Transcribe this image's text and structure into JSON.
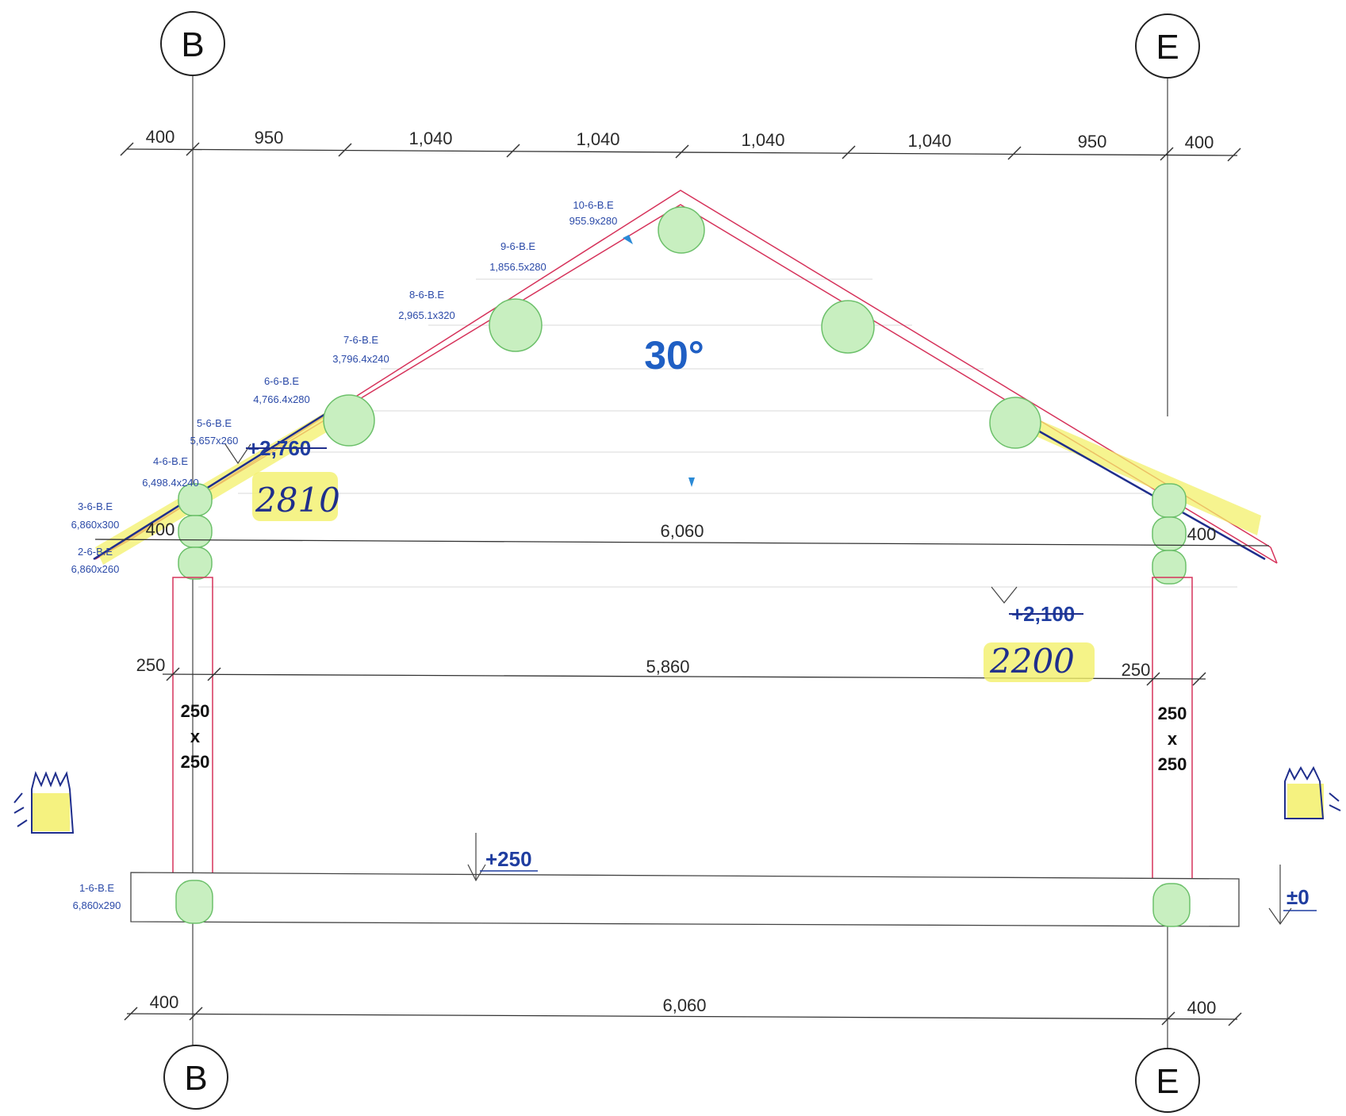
{
  "grid_bubbles": {
    "b_top": "B",
    "e_top": "E",
    "b_bottom": "B",
    "e_bottom": "E"
  },
  "top_dimensions": [
    "400",
    "950",
    "1,040",
    "1,040",
    "1,040",
    "1,040",
    "950",
    "400"
  ],
  "roof_angle": "30°",
  "members": [
    {
      "id": "10-6-B.E",
      "size": "955.9x280"
    },
    {
      "id": "9-6-B.E",
      "size": "1,856.5x280"
    },
    {
      "id": "8-6-B.E",
      "size": "2,965.1x320"
    },
    {
      "id": "7-6-B.E",
      "size": "3,796.4x240"
    },
    {
      "id": "6-6-B.E",
      "size": "4,766.4x280"
    },
    {
      "id": "5-6-B.E",
      "size": "5,657x260"
    },
    {
      "id": "4-6-B.E",
      "size": "6,498.4x240"
    },
    {
      "id": "3-6-B.E",
      "size": "6,860x300"
    },
    {
      "id": "2-6-B.E",
      "size": "6,860x260"
    },
    {
      "id": "1-6-B.E",
      "size": "6,860x290"
    }
  ],
  "levels": {
    "ridge_level_struck": "+2,760",
    "ridge_level_handwritten": "2810",
    "beam_level_struck": "+2,100",
    "beam_level_handwritten": "2200",
    "floor_level": "+250",
    "ground_level": "±0"
  },
  "mid_dimensions": {
    "left_overhang": "400",
    "span": "6,060",
    "right_overhang": "400"
  },
  "wall_dimensions": {
    "left_post": "250",
    "inner_span": "5,860",
    "right_post": "250"
  },
  "post_section_left": {
    "w": "250",
    "x": "x",
    "h": "250"
  },
  "post_section_right": {
    "w": "250",
    "x": "x",
    "h": "250"
  },
  "bottom_dimensions": {
    "left": "400",
    "span": "6,060",
    "right": "400"
  },
  "colors": {
    "dimension_line": "#333333",
    "roof_outline": "#d6335b",
    "log_fill": "#c8efc0",
    "log_stroke": "#6cc06a",
    "annotation_blue": "#1f3da0",
    "highlight": "#f3f06a"
  }
}
